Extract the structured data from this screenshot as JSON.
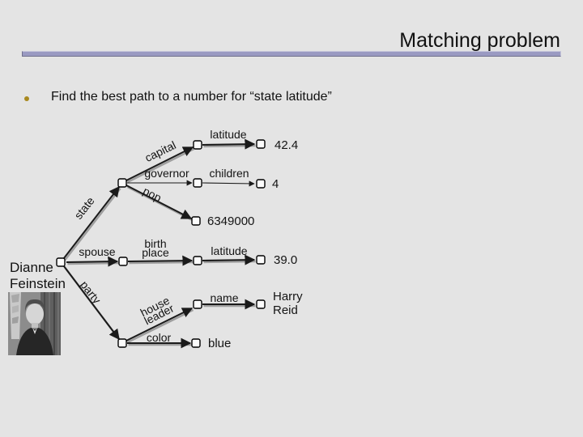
{
  "slide": {
    "title": "Matching problem",
    "bullet_text": "Find the best path to a number for “state latitude”"
  },
  "entity": {
    "name_line1": "Dianne",
    "name_line2": "Feinstein"
  },
  "graph": {
    "edge_labels": {
      "state": "state",
      "capital": "capital",
      "latitude_top": "latitude",
      "governor": "governor",
      "children": "children",
      "pop": "pop",
      "spouse": "spouse",
      "birth_line1": "birth",
      "birth_line2": "place",
      "latitude_mid": "latitude",
      "party": "party",
      "leader_line1": "house",
      "leader_line2": "leader",
      "name": "name",
      "color": "color"
    },
    "values": {
      "capital_latitude": "42.4",
      "children": "4",
      "pop": "6349000",
      "birthplace_latitude": "39.0",
      "leader_name_line1": "Harry",
      "leader_name_line2": "Reid",
      "party_color": "blue"
    }
  },
  "colors": {
    "background": "#e4e4e4",
    "rule": "#9a9ac2",
    "bullet": "#a8891f",
    "edge": "#1a1a1a",
    "edge_shadow": "#9e9e9e"
  }
}
